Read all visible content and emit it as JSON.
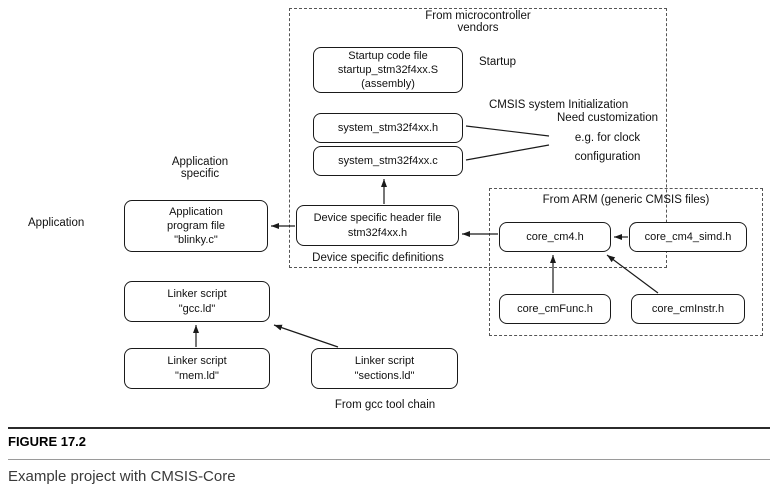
{
  "figure": {
    "label": "FIGURE 17.2",
    "caption": "Example project with CMSIS-Core"
  },
  "groups": {
    "vendor": "From microcontroller\nvendors",
    "arm": "From ARM (generic CMSIS files)"
  },
  "nodes": {
    "startup": "Startup code file\nstartup_stm32f4xx.S\n(assembly)",
    "system_h": "system_stm32f4xx.h",
    "system_c": "system_stm32f4xx.c",
    "device_header": "Device specific header file\nstm32f4xx.h",
    "app_file": "Application\nprogram file\n\"blinky.c\"",
    "core_cm4": "core_cm4.h",
    "core_cm4_simd": "core_cm4_simd.h",
    "core_cmfunc": "core_cmFunc.h",
    "core_cminstr": "core_cmInstr.h",
    "linker_gcc": "Linker script\n\"gcc.ld\"",
    "linker_mem": "Linker script\n\"mem.ld\"",
    "linker_sections": "Linker script\n\"sections.ld\""
  },
  "annotations": {
    "startup": "Startup",
    "cmsis_init": "CMSIS system Initialization",
    "need_customization": "Need customization\ne.g. for clock\nconfiguration",
    "app_specific": "Application\nspecific",
    "application": "Application",
    "device_definitions": "Device specific definitions",
    "gcc_toolchain": "From gcc tool chain"
  },
  "colors": {
    "line": "#1a1a1a",
    "dashed_border": "#555555",
    "caption_text": "#3a3a3a"
  }
}
